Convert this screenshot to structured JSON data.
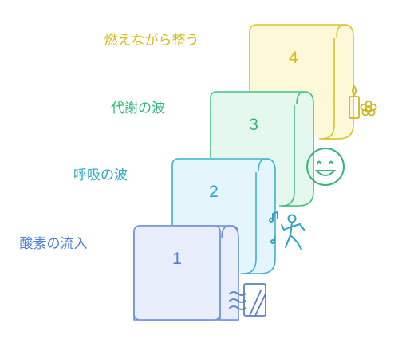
{
  "steps": [
    {
      "number": "1",
      "label": "酸素の流入",
      "icon": "breath-wind-icon",
      "color": "#4a7fd6",
      "fill": "#e8eefc",
      "stroke": "#6a8ed9",
      "icon_stroke": "#5b7fc9"
    },
    {
      "number": "2",
      "label": "呼吸の波",
      "icon": "dancing-person-icon",
      "color": "#27a7c9",
      "fill": "#e4f6fb",
      "stroke": "#3bb4d0",
      "icon_stroke": "#2fa3c3"
    },
    {
      "number": "3",
      "label": "代謝の波",
      "icon": "smiley-face-icon",
      "color": "#2fb977",
      "fill": "#e4f8ee",
      "stroke": "#45c084",
      "icon_stroke": "#38b679"
    },
    {
      "number": "4",
      "label": "燃えながら整う",
      "icon": "candle-flower-icon",
      "color": "#d8b716",
      "fill": "#fdf8d8",
      "stroke": "#dcc12a",
      "icon_stroke": "#d4b41d"
    }
  ]
}
